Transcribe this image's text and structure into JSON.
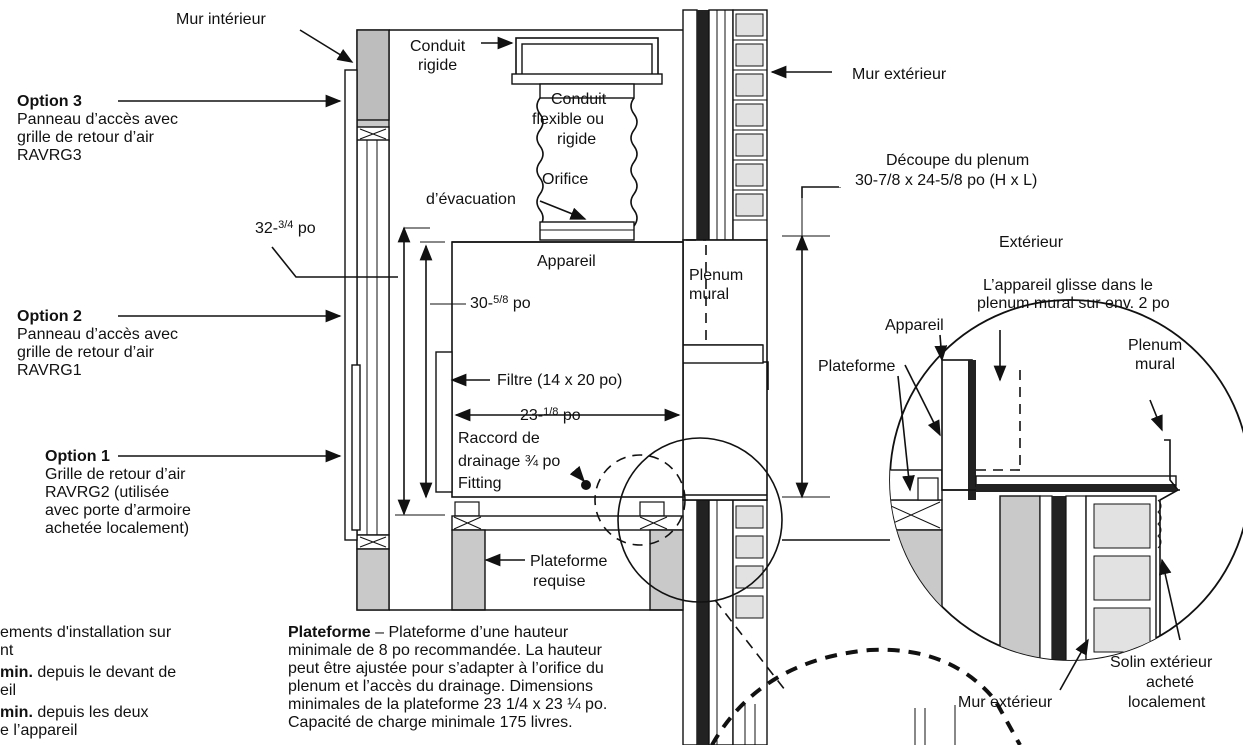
{
  "labels": {
    "mur_interieur": "Mur intérieur",
    "conduit_rigide_1": "Conduit",
    "conduit_rigide_2": "rigide",
    "mur_exterieur_top": "Mur extérieur",
    "option3_title": "Option 3",
    "option3_l1": "Panneau d’accès avec",
    "option3_l2": "grille de retour d’air",
    "option3_l3": "RAVRG3",
    "conduit_flex_1": "Conduit",
    "conduit_flex_2": "flexible ou",
    "conduit_flex_3": "rigide",
    "orifice_1": "Orifice",
    "orifice_2": "d’évacuation",
    "decoupe_1": "Découpe du plenum",
    "decoupe_2": "30-7/8 x 24-5/8 po (H x L)",
    "dim_32_main": "32-",
    "dim_32_frac": "3/4",
    "dim_32_unit": " po",
    "exterieur": "Extérieur",
    "appareil": "Appareil",
    "plenum_mural_1": "Plenum",
    "plenum_mural_2": "mural",
    "glisse_1": "L’appareil glisse dans le",
    "glisse_2": "plenum mural sur env. 2 po",
    "dim_30_main": "30-",
    "dim_30_frac": "5/8",
    "dim_30_unit": " po",
    "option2_title": "Option 2",
    "option2_l1": "Panneau d’accès avec",
    "option2_l2": "grille de retour d’air",
    "option2_l3": "RAVRG1",
    "appareil_detail": "Appareil",
    "plenum_detail_1": "Plenum",
    "plenum_detail_2": "mural",
    "plateforme_detail": "Plateforme",
    "filtre": "Filtre (14 x 20 po)",
    "dim_23_main": "23-",
    "dim_23_frac": "1/8",
    "dim_23_unit": " po",
    "raccord_1": "Raccord de",
    "raccord_2": "drainage ¾ po",
    "raccord_3": "Fitting",
    "option1_title": "Option 1",
    "option1_l1": "Grille de retour d’air",
    "option1_l2": "RAVRG2 (utilisée",
    "option1_l3": "avec porte d’armoire",
    "option1_l4": "achetée localement)",
    "plateforme_req_1": "Plateforme",
    "plateforme_req_2": "requise",
    "dega_1": "ements d'installation sur",
    "dega_2": "nt",
    "dega_3_b": "min.",
    "dega_3": " depuis le devant de",
    "dega_4": "eil",
    "dega_5_b": "min.",
    "dega_5": " depuis les deux",
    "dega_6": "e l’appareil",
    "plat_note_b": "Plateforme",
    "plat_note_1": " – Plateforme d’une hauteur",
    "plat_note_2": "minimale de 8 po recommandée. La hauteur",
    "plat_note_3": "peut être ajustée pour s’adapter à l’orifice du",
    "plat_note_4": "plenum et l’accès du drainage. Dimensions",
    "plat_note_5": "minimales de la plateforme 23 1/4 x 23 ¼ po.",
    "plat_note_6": "Capacité de charge minimale 175 livres.",
    "mur_ext_bottom": "Mur extérieur",
    "solin_1": "Solin extérieur",
    "solin_2": "acheté",
    "solin_3": "localement"
  }
}
